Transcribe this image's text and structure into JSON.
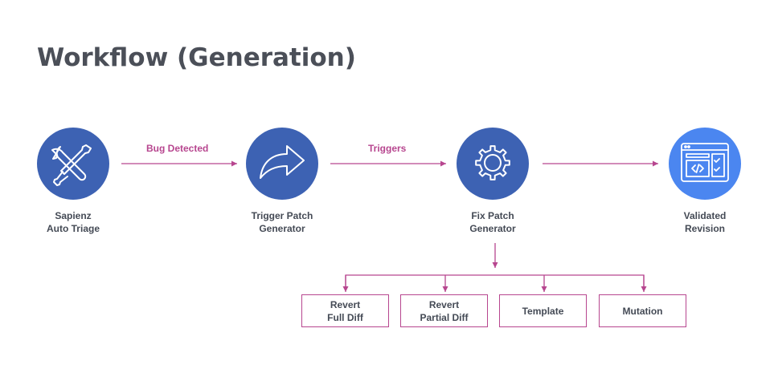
{
  "title": "Workflow (Generation)",
  "colors": {
    "node": "#3d62b3",
    "node_final": "#4b86f0",
    "connector": "#b7468f",
    "text": "#444a55"
  },
  "nodes": [
    {
      "line1": "Sapienz",
      "line2": "Auto Triage",
      "icon": "wrench-screwdriver-icon"
    },
    {
      "line1": "Trigger Patch",
      "line2": "Generator",
      "icon": "curved-arrow-icon"
    },
    {
      "line1": "Fix Patch",
      "line2": "Generator",
      "icon": "gear-icon"
    },
    {
      "line1": "Validated",
      "line2": "Revision",
      "icon": "browser-window-icon"
    }
  ],
  "edges": [
    {
      "label": "Bug Detected"
    },
    {
      "label": "Triggers"
    },
    {
      "label": ""
    }
  ],
  "strategies": [
    {
      "line1": "Revert",
      "line2": "Full Diff"
    },
    {
      "line1": "Revert",
      "line2": "Partial Diff"
    },
    {
      "line1": "Template",
      "line2": ""
    },
    {
      "line1": "Mutation",
      "line2": ""
    }
  ]
}
